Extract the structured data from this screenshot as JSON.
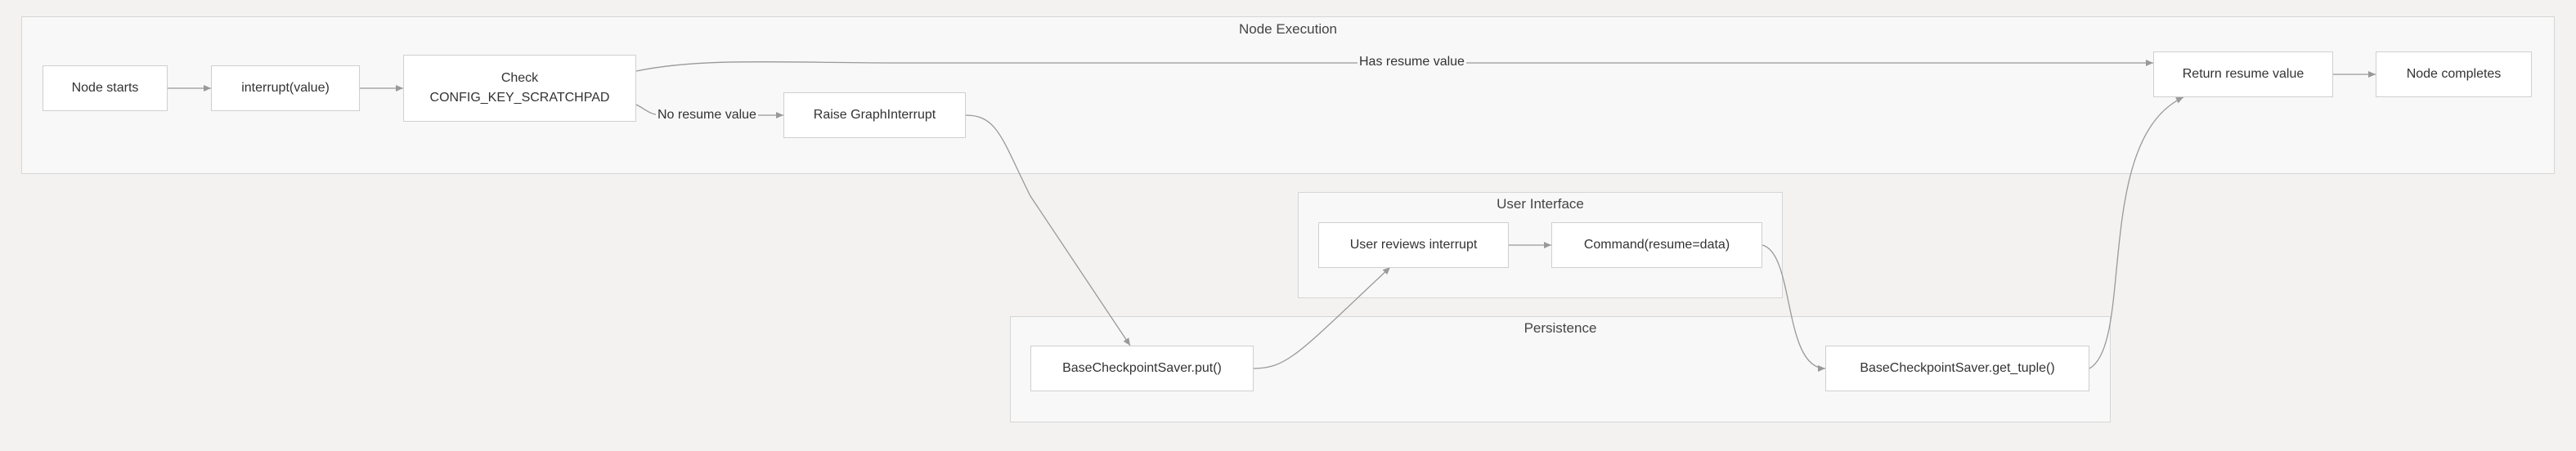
{
  "clusters": {
    "node_execution": "Node Execution",
    "user_interface": "User Interface",
    "persistence": "Persistence"
  },
  "nodes": {
    "node_starts": "Node starts",
    "interrupt_value": "interrupt(value)",
    "check_line1": "Check",
    "check_line2": "CONFIG_KEY_SCRATCHPAD",
    "raise_interrupt": "Raise GraphInterrupt",
    "return_resume": "Return resume value",
    "node_completes": "Node completes",
    "user_reviews": "User reviews interrupt",
    "command_resume": "Command(resume=data)",
    "checkpoint_put": "BaseCheckpointSaver.put()",
    "checkpoint_get_tuple": "BaseCheckpointSaver.get_tuple()"
  },
  "edge_labels": {
    "has_resume": "Has resume value",
    "no_resume": "No resume value"
  },
  "colors": {
    "edge": "#999999",
    "node_border": "#cfcfcf",
    "cluster_bg": "#f8f8f8"
  }
}
